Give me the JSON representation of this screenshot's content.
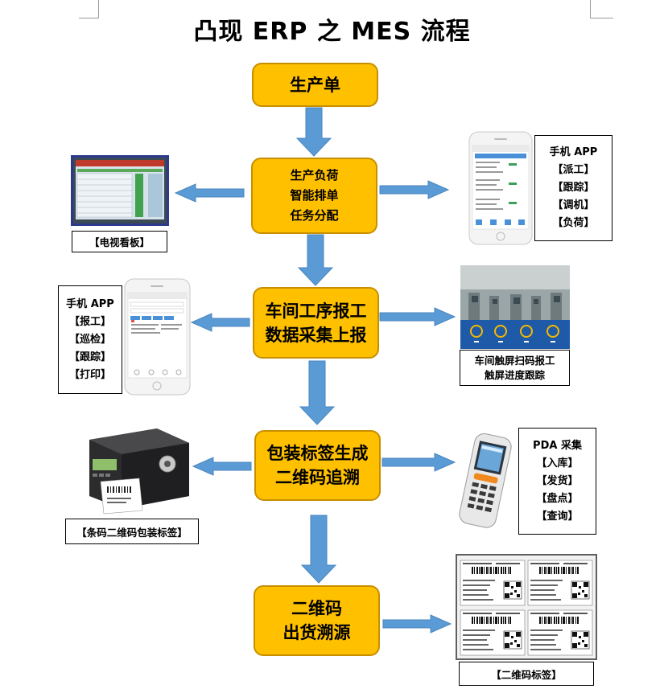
{
  "title": "凸现 ERP 之 MES 流程",
  "steps": [
    {
      "lines": [
        "生产单"
      ]
    },
    {
      "lines": [
        "生产负荷",
        "智能排单",
        "任务分配"
      ]
    },
    {
      "lines": [
        "车间工序报工",
        "数据采集上报"
      ]
    },
    {
      "lines": [
        "包装标签生成",
        "二维码追溯"
      ]
    },
    {
      "lines": [
        "二维码",
        "出货溯源"
      ]
    }
  ],
  "right_phone_box": {
    "header": "手机 APP",
    "items": [
      "【派工】",
      "【跟踪】",
      "【调机】",
      "【负荷】"
    ]
  },
  "left_phone_box": {
    "header": "手机 APP",
    "items": [
      "【报工】",
      "【巡检】",
      "【跟踪】",
      "【打印】"
    ]
  },
  "pda_box": {
    "header": "PDA 采集",
    "items": [
      "【入库】",
      "【发货】",
      "【盘点】",
      "【查询】"
    ]
  },
  "captions": {
    "tv_board": "【电视看板】",
    "workshop": [
      "车间触屏扫码报工",
      "触屏进度跟踪"
    ],
    "printer": "【条码二维码包装标签】",
    "qr_labels": "【二维码标签】"
  },
  "colors": {
    "step_fill": "#ffc000",
    "step_border": "#c78f00",
    "arrow": "#5b9bd5"
  }
}
